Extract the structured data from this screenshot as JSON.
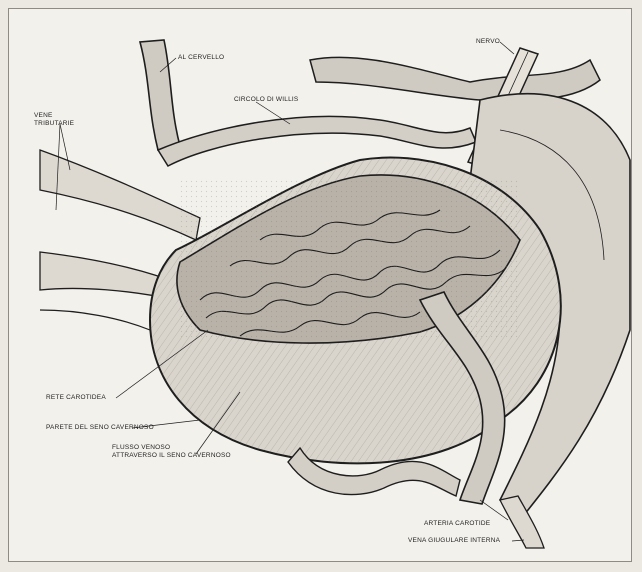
{
  "figure": {
    "labels": {
      "al_cervello": "AL CERVELLO",
      "nervo": "NERVO",
      "vene_tributarie_1": "VENE",
      "vene_tributarie_2": "TRIBUTARIE",
      "circolo_di_willis": "CIRCOLO DI WILLIS",
      "rete_carotidea": "RETE CAROTIDEA",
      "parete_seno": "PARETE DEL SENO CAVERNOSO",
      "flusso_venoso_1": "FLUSSO VENOSO",
      "flusso_venoso_2": "ATTRAVERSO IL SENO CAVERNOSO",
      "arteria_carotide": "ARTERIA CAROTIDE",
      "vena_giugulare": "VENA GIUGULARE INTERNA"
    }
  },
  "colors": {
    "background": "#f3f1ec",
    "ink": "#1e1e1e",
    "sinus_fill": "#d9d5cd",
    "rete_fill": "#b8b2a8"
  }
}
